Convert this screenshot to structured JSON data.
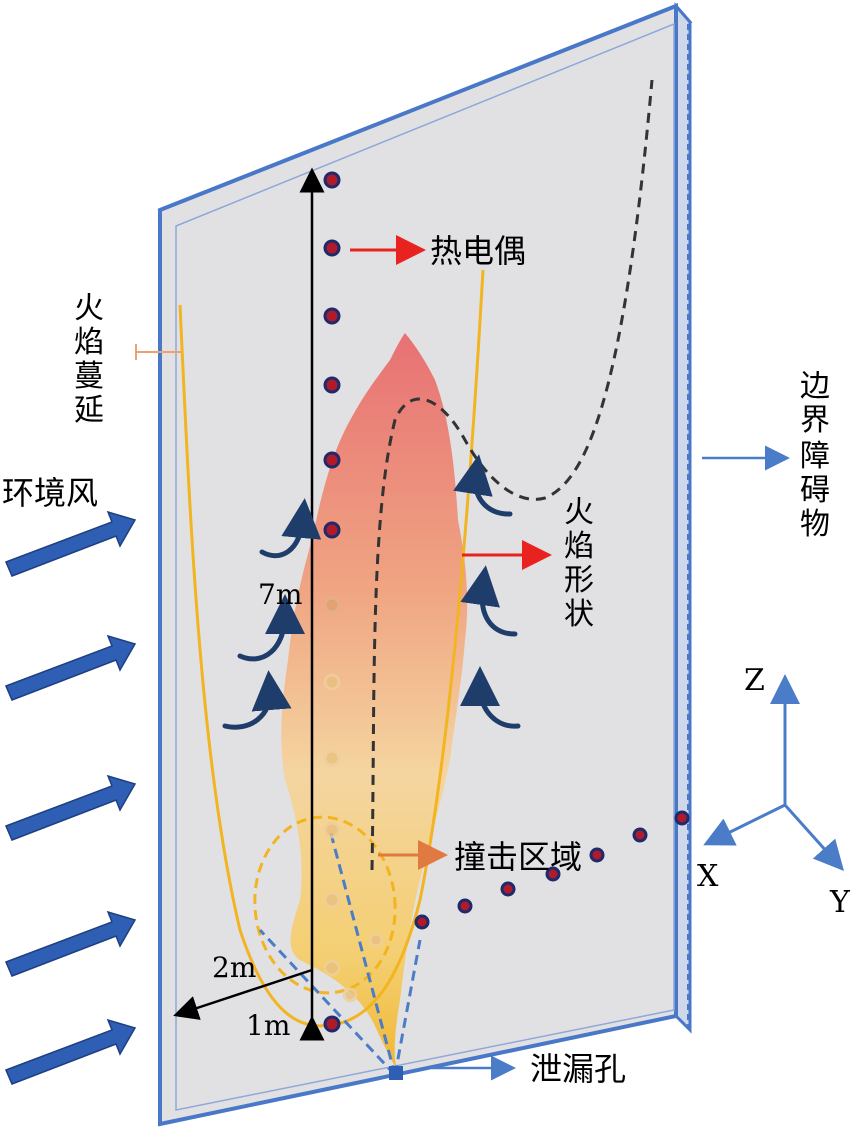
{
  "labels": {
    "thermocouple": "热电偶",
    "flame_spread": [
      "火",
      "焰",
      "蔓",
      "延"
    ],
    "ambient_wind": "环境风",
    "boundary_obstacle": [
      "边",
      "界",
      "障",
      "碍",
      "物"
    ],
    "flame_shape": [
      "火",
      "焰",
      "形",
      "状"
    ],
    "impact_zone": "撞击区域",
    "leak_hole": "泄漏孔",
    "height_7m": "7m",
    "dist_2m": "2m",
    "dist_1m": "1m"
  },
  "axes": {
    "z": "Z",
    "x": "X",
    "y": "Y"
  },
  "colors": {
    "plate_fill": "#e1e1e4",
    "plate_edge": "#4a78c8",
    "wind_arrow": "#2f5fb4",
    "thermocouple": "#b01a2a",
    "thermocouple_rim": "#1f2a6a",
    "flame_top": "#e8676a",
    "flame_mid": "#f5c58a",
    "flame_low": "#f2b436",
    "spread_line": "#f2b421",
    "pointer_red": "#e8231f",
    "pointer_orange": "#e07a40",
    "pointer_blue": "#4b7cc8",
    "vortex": "#1f3d6a"
  },
  "icons": [
    "wind-arrow-icon",
    "vortex-arrow-icon",
    "thermocouple-dot-icon",
    "axis-arrow-icon"
  ]
}
